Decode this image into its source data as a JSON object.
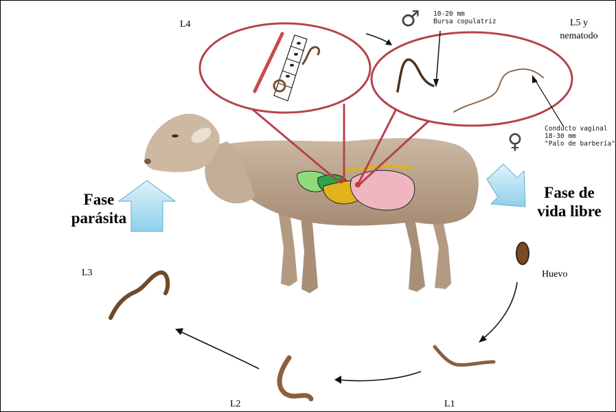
{
  "stages": {
    "l4": "L4",
    "l5_line1": "L5 y",
    "l5_line2": "nematodo",
    "l3": "L3",
    "l2": "L2",
    "l1": "L1",
    "egg": "Huevo"
  },
  "phases": {
    "parasitic_line1": "Fase",
    "parasitic_line2": "parásita",
    "free_line1": "Fase de",
    "free_line2": "vida libre"
  },
  "male": {
    "symbol": "♂",
    "size": "10-20 mm",
    "feature": "Bursa copulatriz"
  },
  "female": {
    "symbol": "♀",
    "feature": "Conducto vaginal",
    "size": "18-30 mm",
    "nickname": "\"Palo de barbería\""
  },
  "colors": {
    "circle": "#b5424b",
    "arrow": "#a6dcf0",
    "wool": "#b9a48f",
    "worm": "#7a5230",
    "green": "#2fa24a",
    "yellow": "#e0b21c",
    "pink": "#efb6bf"
  }
}
